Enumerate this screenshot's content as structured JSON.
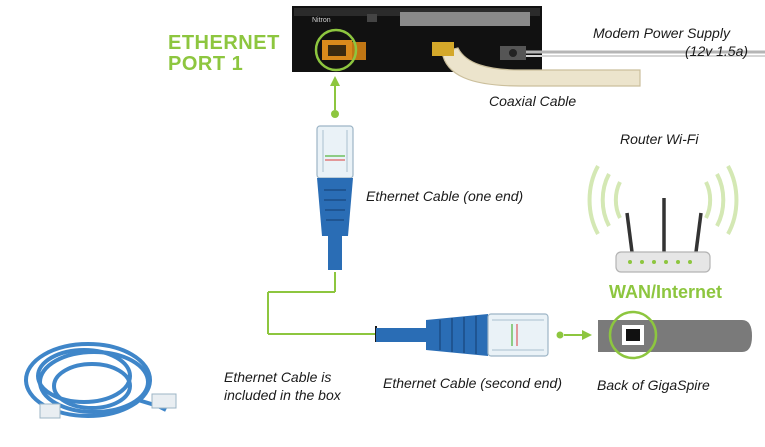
{
  "modem": {
    "port_title_line1": "ETHERNET",
    "port_title_line2": "PORT 1",
    "brand": "Nitron"
  },
  "labels": {
    "power_supply_line1": "Modem Power Supply",
    "power_supply_line2": "(12v 1.5a)",
    "coaxial_cable": "Coaxial Cable",
    "router_wifi": "Router Wi-Fi",
    "ethernet_one_end": "Ethernet Cable (one end)",
    "wan_internet": "WAN/Internet",
    "ethernet_included_line1": "Ethernet Cable is",
    "ethernet_included_line2": "included in the box",
    "ethernet_second_end": "Ethernet Cable (second end)",
    "back_of_gigaspire": "Back of GigaSpire"
  },
  "colors": {
    "accent_green": "#8dc63f",
    "cable_blue": "#2a6db5",
    "modem_black": "#111111",
    "port_orange": "#d98a1c",
    "gigaspire_gray": "#7a7a7a"
  }
}
